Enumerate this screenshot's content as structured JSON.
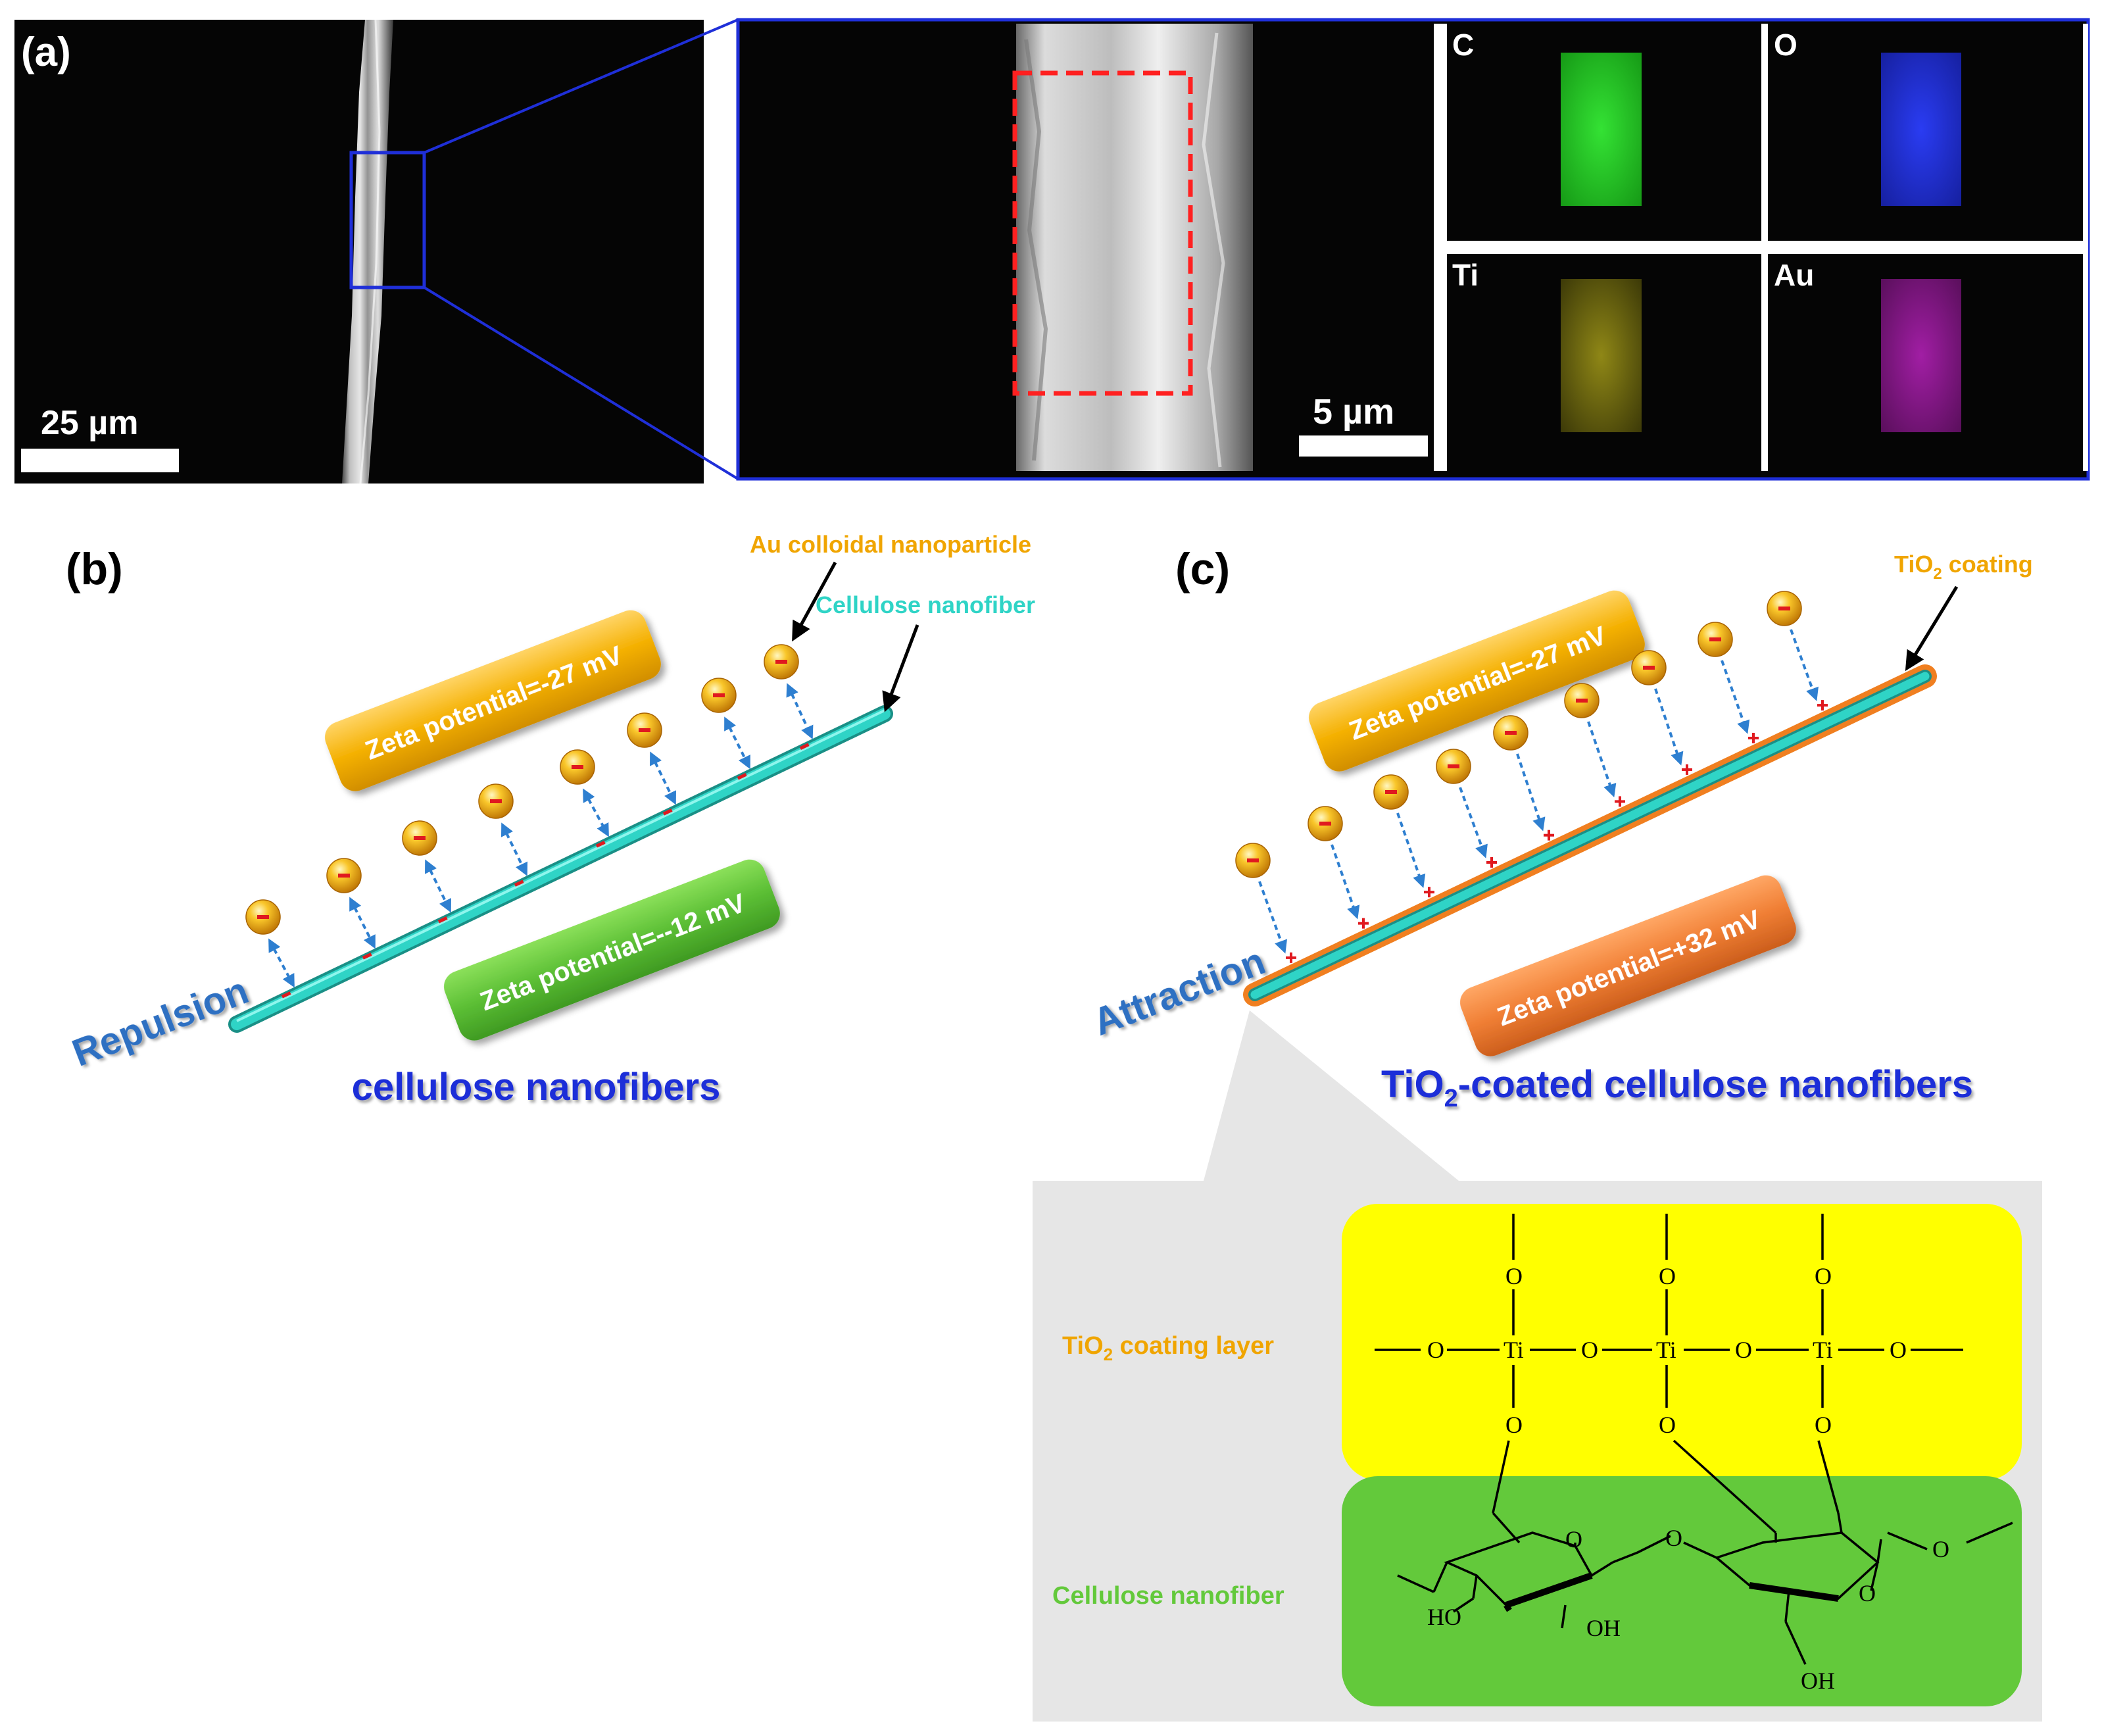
{
  "panel_a": {
    "label": "(a)",
    "scalebar_left": "25 µm",
    "scalebar_right": "5 µm",
    "eds_maps": [
      {
        "element": "C",
        "color": "#1fd41f"
      },
      {
        "element": "O",
        "color": "#1f2fe8"
      },
      {
        "element": "Ti",
        "color": "#c9c020"
      },
      {
        "element": "Au",
        "color": "#b01fb3"
      }
    ]
  },
  "panel_b": {
    "label": "(b)",
    "annotation_particle": "Au colloidal nanoparticle",
    "annotation_fiber": "Cellulose nanofiber",
    "zeta_particle": "Zeta potential=-27 mV",
    "zeta_fiber": "Zeta potential=--12 mV",
    "interaction": "Repulsion",
    "caption": "cellulose nanofibers"
  },
  "panel_c": {
    "label": "(c)",
    "annotation_coating_main": "TiO",
    "annotation_coating_sub": "2",
    "annotation_coating_rest": " coating",
    "zeta_particle": "Zeta potential=-27 mV",
    "zeta_fiber": "Zeta potential=+32 mV",
    "interaction": "Attraction",
    "caption_main": "TiO",
    "caption_sub": "2",
    "caption_rest": "-coated cellulose nanofibers"
  },
  "inset": {
    "layer_top_main": "TiO",
    "layer_top_sub": "2",
    "layer_top_rest": " coating layer",
    "layer_bottom": "Cellulose nanofiber",
    "atom_ti": "Ti",
    "atom_o": "O",
    "group_ho": "HO",
    "group_oh": "OH"
  },
  "colors": {
    "accent_blue": "#1f2fd8",
    "fiber_cyan": "#2fd4c6",
    "particle_orange": "#f2a100",
    "zeta_yellow": "#f2b200",
    "zeta_green": "#5cbf35",
    "zeta_orange": "#f07f35",
    "text_blue": "#2e6fc2",
    "label_orange": "#f0a500",
    "label_green": "#63c93b"
  }
}
